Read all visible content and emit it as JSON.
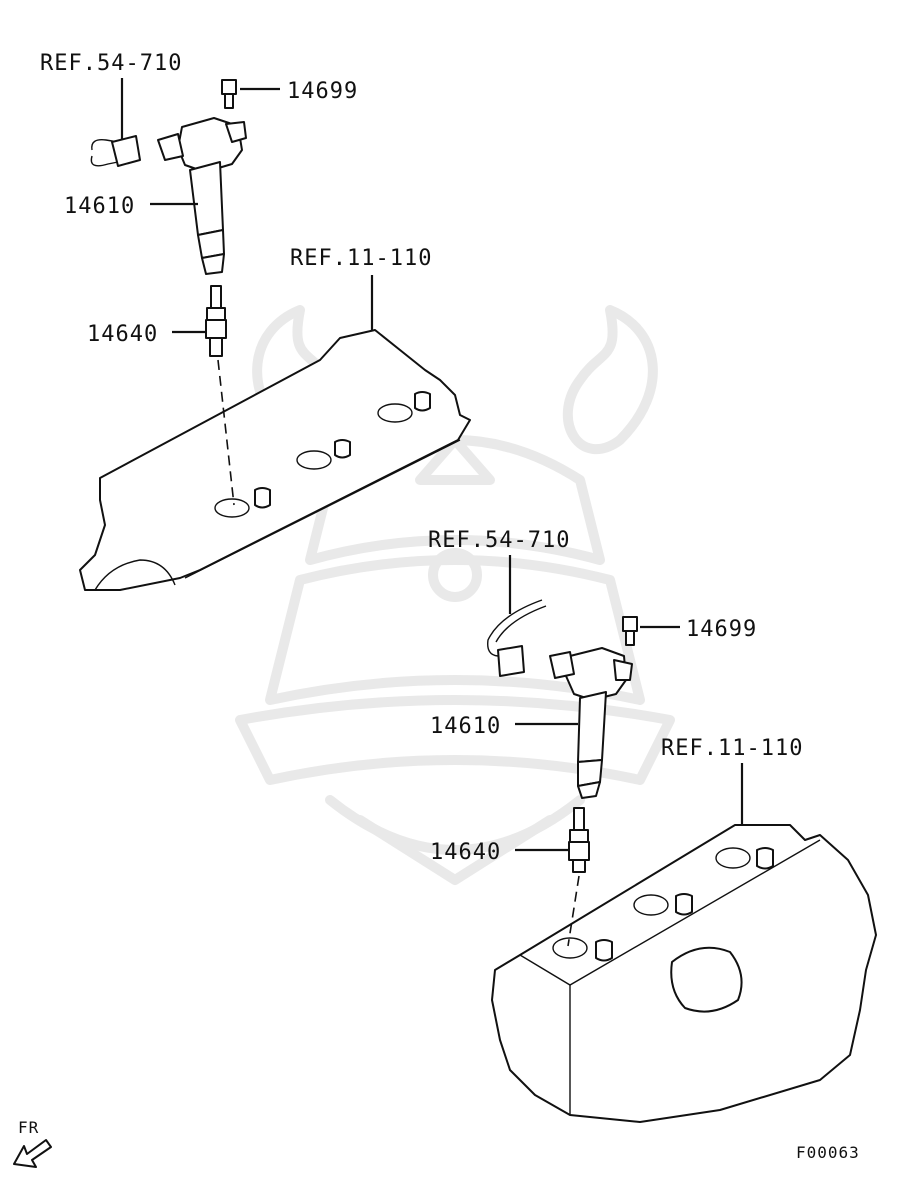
{
  "callouts": {
    "ref_wiring_top": "REF.54-710",
    "bolt_top": "14699",
    "coil_top": "14610",
    "plug_top": "14640",
    "ref_cover_top": "REF.11-110",
    "ref_wiring_bottom": "REF.54-710",
    "bolt_bottom": "14699",
    "coil_bottom": "14610",
    "plug_bottom": "14640",
    "ref_cover_bottom": "REF.11-110"
  },
  "front_indicator": "FR",
  "figure_id": "F00063"
}
